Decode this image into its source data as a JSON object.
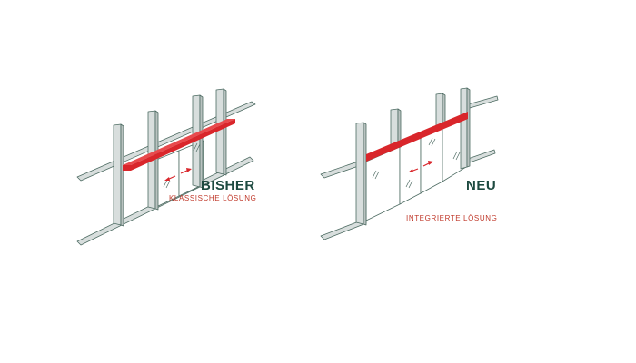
{
  "left": {
    "title": "BISHER",
    "subtitle": "KLASSISCHE LÖSUNG"
  },
  "right": {
    "title": "NEU",
    "subtitle": "INTEGRIERTE LÖSUNG"
  },
  "colors": {
    "accent_red": "#d9262b",
    "title_green": "#1d4a40",
    "metal": "#d6dcdb",
    "stroke": "#4d6b62"
  }
}
